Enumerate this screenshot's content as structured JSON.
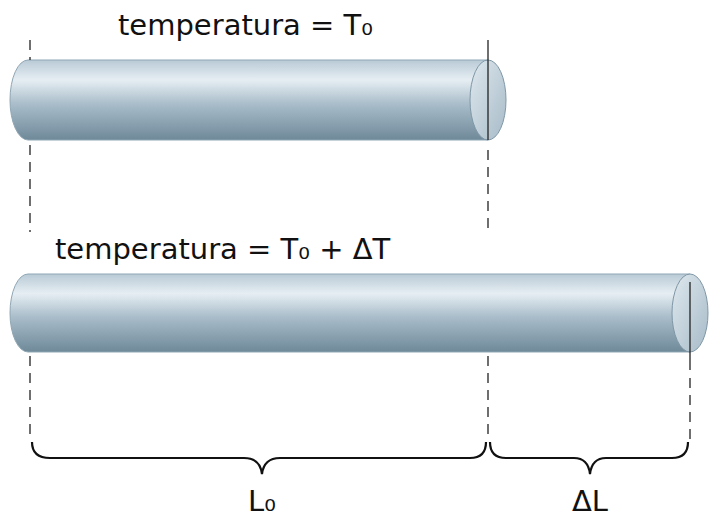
{
  "diagram": {
    "labels": [
      "temperatura = T₀",
      "temperatura = T₀ + ΔT",
      "L₀",
      "ΔL"
    ]
  }
}
